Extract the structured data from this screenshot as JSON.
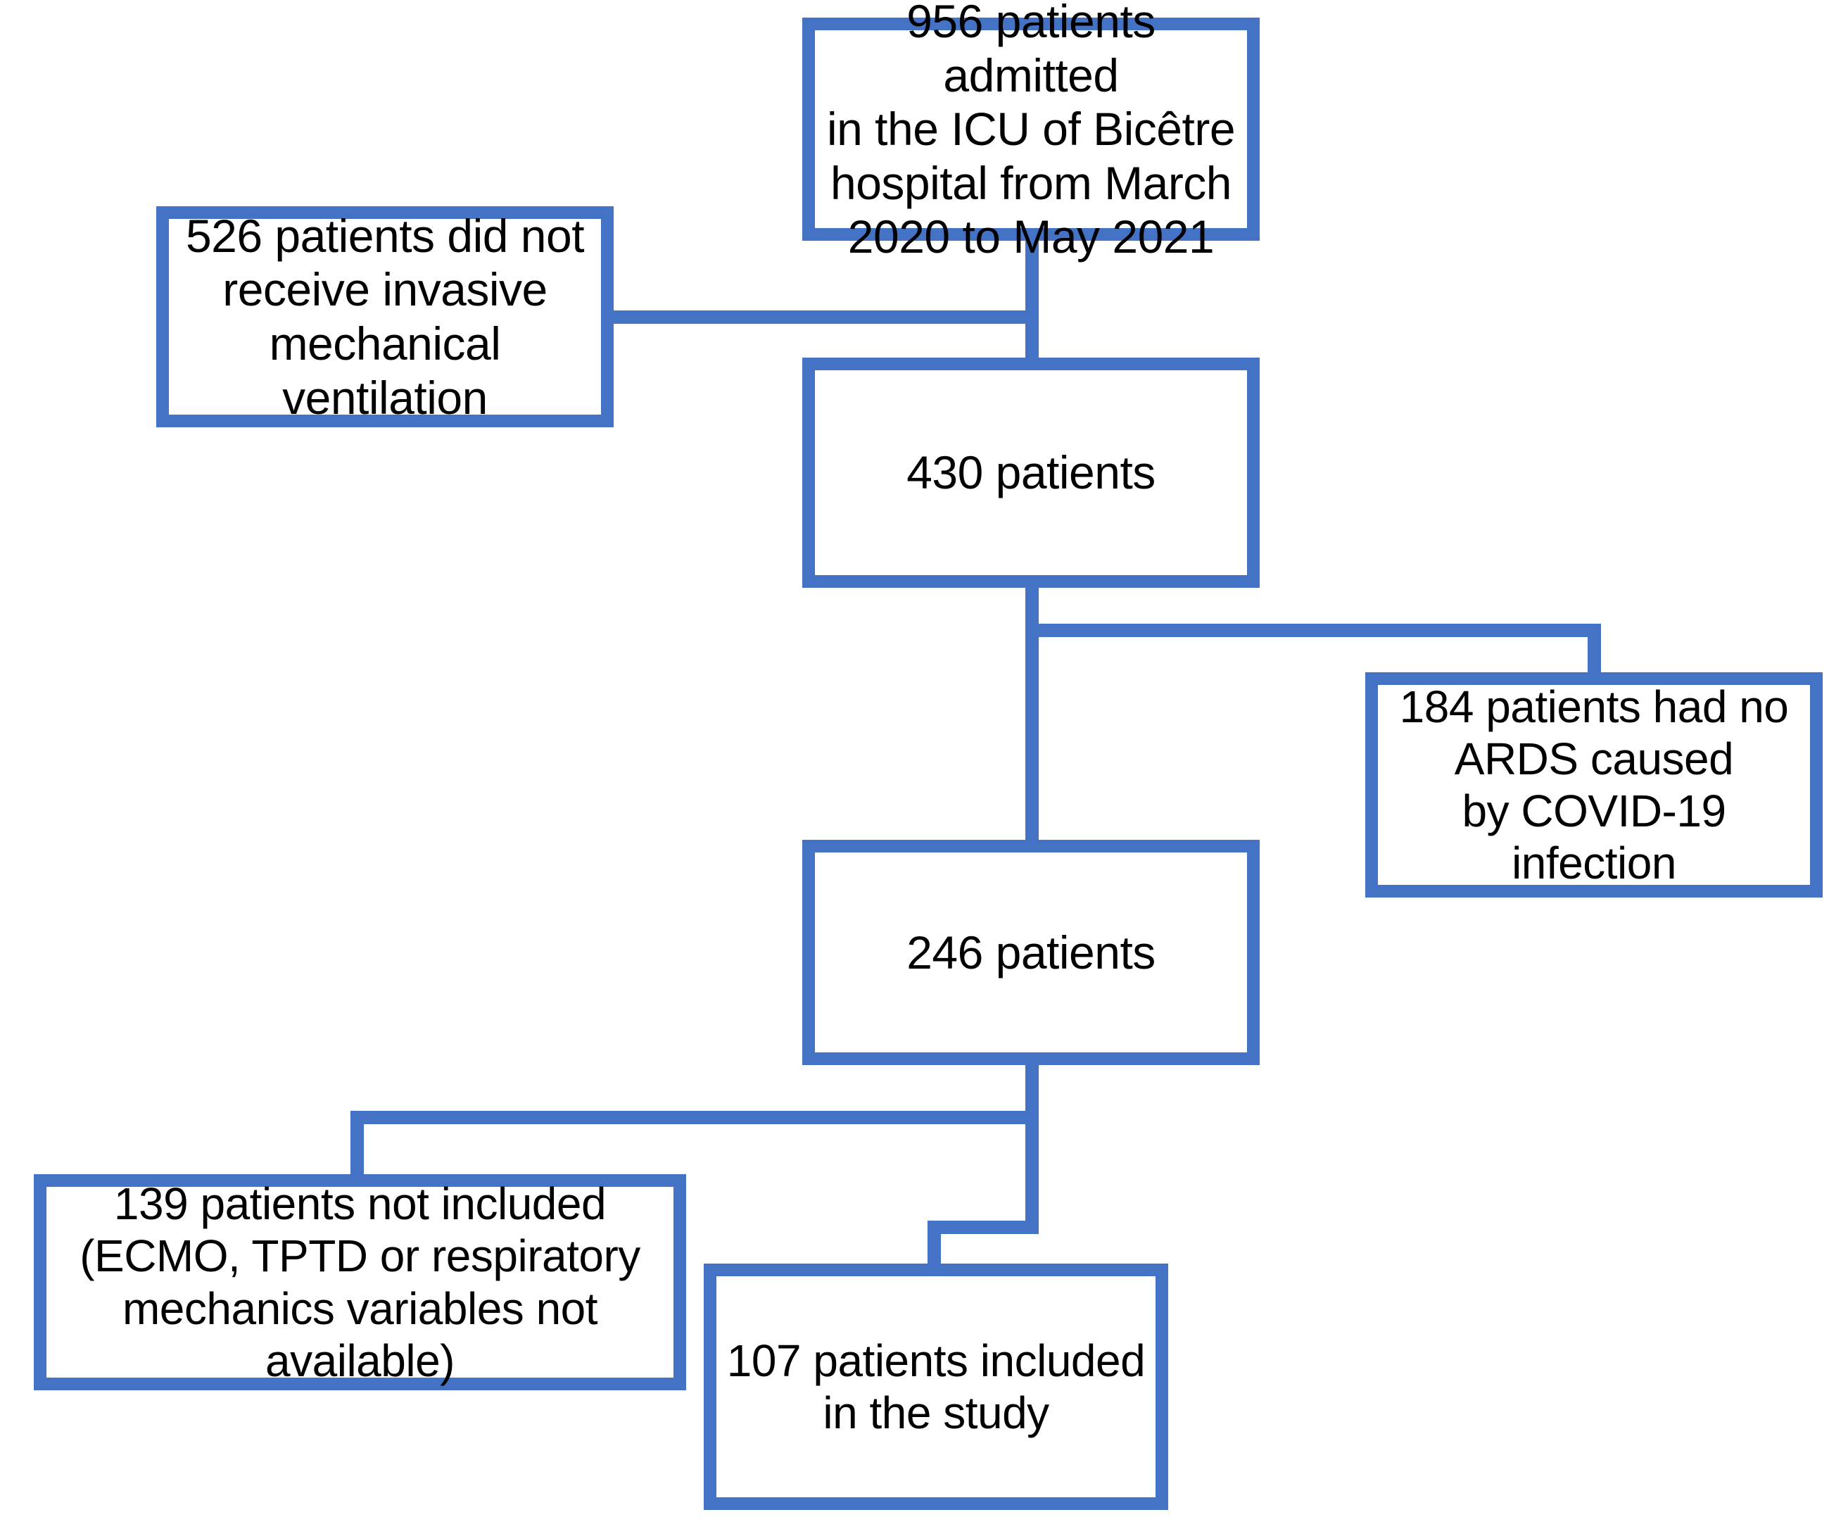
{
  "diagram": {
    "type": "flowchart",
    "title": "Patient selection flow diagram",
    "accent_color": "#4472c4",
    "text_color": "#000000",
    "background_color": "#ffffff",
    "nodes": [
      {
        "id": "admitted",
        "label": "956 patients admitted\nin the ICU of Bicêtre\nhospital from March\n2020 to May 2021",
        "count": 956,
        "role": "source"
      },
      {
        "id": "no-imv",
        "label": "526 patients did not\nreceive invasive\nmechanical ventilation",
        "count": 526,
        "role": "exclusion"
      },
      {
        "id": "n430",
        "label": "430 patients",
        "count": 430,
        "role": "cohort"
      },
      {
        "id": "no-ards",
        "label": "184 patients had no\nARDS caused\nby COVID-19 infection",
        "count": 184,
        "role": "exclusion"
      },
      {
        "id": "n246",
        "label": "246 patients",
        "count": 246,
        "role": "cohort"
      },
      {
        "id": "not-included",
        "label": "139 patients not included\n(ECMO, TPTD or respiratory\nmechanics variables not available)",
        "count": 139,
        "role": "exclusion"
      },
      {
        "id": "included",
        "label": "107 patients included\nin the study",
        "count": 107,
        "role": "final"
      }
    ],
    "edges": [
      {
        "from": "admitted",
        "to": "n430",
        "kind": "flow"
      },
      {
        "from": "no-imv",
        "to": "admitted",
        "kind": "exclusion"
      },
      {
        "from": "n430",
        "to": "n246",
        "kind": "flow"
      },
      {
        "from": "n430",
        "to": "no-ards",
        "kind": "exclusion"
      },
      {
        "from": "n246",
        "to": "not-included",
        "kind": "exclusion"
      },
      {
        "from": "n246",
        "to": "included",
        "kind": "flow"
      }
    ]
  }
}
